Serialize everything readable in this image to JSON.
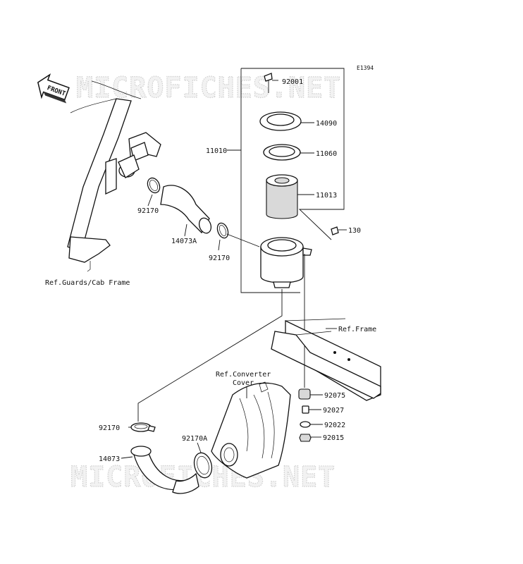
{
  "diagram_code": "E1394",
  "watermark": "MICROFICHES.NET",
  "front_tag": "FRONT",
  "refs": {
    "guards_frame": "Ref.Guards/Cab Frame",
    "frame": "Ref.Frame",
    "converter_line1": "Ref.Converter",
    "converter_line2": "Cover"
  },
  "parts": {
    "p92001": "92001",
    "p14090": "14090",
    "p11060": "11060",
    "p11010": "11010",
    "p11013": "11013",
    "p130": "130",
    "p92170_a": "92170",
    "p14073A": "14073A",
    "p92170_b": "92170",
    "p92075": "92075",
    "p92027": "92027",
    "p92022": "92022",
    "p92015": "92015",
    "p92170_c": "92170",
    "p92170A": "92170A",
    "p14073": "14073"
  }
}
